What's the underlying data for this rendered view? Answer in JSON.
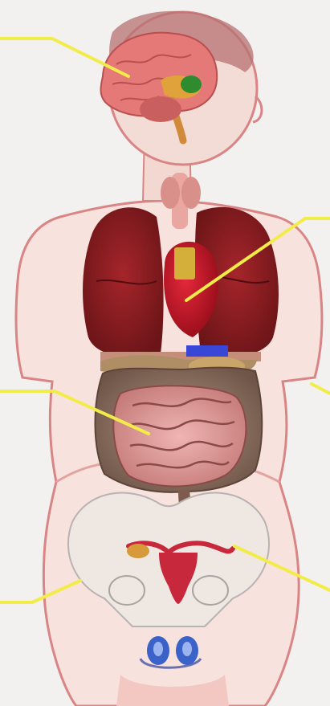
{
  "figure": {
    "kind": "anatomy-illustration",
    "background_color": "#f3f1ef",
    "outline_color": "#d98585",
    "leader_line_color": "#f2ec4a"
  },
  "callouts": [
    {
      "id": "brain",
      "text": "",
      "side": "left"
    },
    {
      "id": "heart",
      "text": "",
      "side": "right"
    },
    {
      "id": "small-intestine",
      "text": "",
      "side": "left"
    },
    {
      "id": "arm",
      "text": "",
      "side": "right"
    },
    {
      "id": "hip",
      "text": "",
      "side": "left"
    },
    {
      "id": "uterus",
      "text": "",
      "side": "right"
    }
  ]
}
